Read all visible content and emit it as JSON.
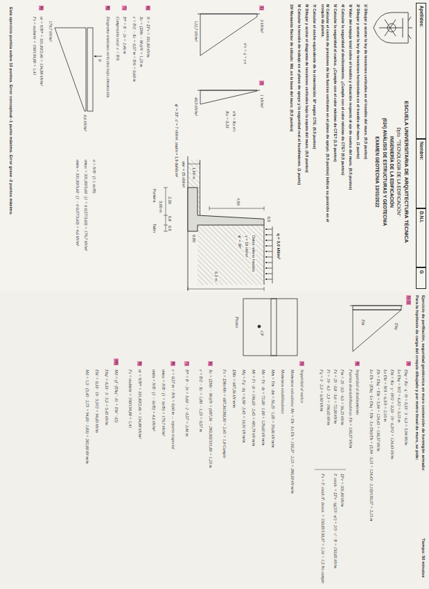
{
  "diagram": {
    "title": "ESCUELA UNIVERSITARIA DE ARQUITECTURA TÉCNICA",
    "nodes": [
      {
        "text": [
          "Apellidos:"
        ]
      },
      {
        "text": [
          "Nombre:"
        ]
      },
      {
        "text": [
          "D.N.I."
        ]
      },
      {
        "text": [
          "G"
        ]
      }
    ],
    "labels": [
      "Dpto. \"TECNOLOGÍA DE LA EDIFICACIÓN\"",
      "INGENIERÍA DE LA EDIFICACIÓN",
      "(024) ANÁLISIS DE ESTRUCTURAS Y GEOTECNIA",
      "EXAMEN GEOTECNIA 13/01/2022",
      "1/ Dibujar y acotar la ley de tensiones verticales en el trasdós del muro. (0,5 puntos)",
      "2/ Dibujar y acotar la ley de tensiones horizontales en el trasdós del muro. (1 punto)",
      "3/ Valor del empuje total sobre el trasdós y situación respecto al eje de vuelco del muro. (0,5 puntos)",
      "4/ Calcular la seguridad al deslizamiento. ¿Cumple con el valor mínimo de CTE? (0,5 puntos)",
      "5/ Calcular la seguridad al vuelco. ¿Cumple con el valor mínimo de CTE? (1,5 puntos)",
      "6/ Calcular el centro de presiones de las fuerzas verticales en el plano de apoyo. (0,5 puntos) indicar su posición en el croquis de planta.",
      "7/ Calcular el ancho equivalente de la cimentación: B* según CTE. (0,5 puntos)",
      "8/ Dibujar y acotar el diagrama de tensiones verticales bajo la zapata del muro. (0,5 puntos)",
      "9/ Calcular la tensión de trabajo en el plano de apoyo y la seguridad real al hundimiento. (1 punto)",
      "10/ Momento flector de cálculo: Md, en la base del muro. (0,5 puntos)",
      "q = 3,0 kN/m²",
      "0,5",
      "Datos relleno trasdós:",
      "γ = 19 kN/m³",
      "φ' = 30°",
      "6,3 m",
      "4,50",
      "1,00 m",
      "0,80",
      "γter = 25 kN/m³",
      "φ' = 33°, c' = 7 kN/m², σadm = 1,9 daN/cm²",
      "2,30",
      "0,8",
      "0,5",
      "3,60 m",
      "Puntera",
      "Talón",
      "1)",
      "3 kN/m²",
      "σ'v = q + γ·z",
      "122,7 kN/m²",
      "2)",
      "1 kN/m²",
      "σ'h = Ka·σ'v",
      "Ka = 0,33",
      "40,9 kN/m²",
      "6)",
      "N = ΣFv = 331,80 kN/m",
      "Xc = (ΣMe − Mv)/N = 1,23 m",
      "e = B/2 − Xc = 0,57 m < B/6 = 0,60 m",
      "7)",
      "B* = B − 2e = 2,46 m",
      "Compresión total: e < B/6",
      "8)",
      "Diagrama tensiones verticales bajo cimentación",
      "N",
      "179,7 kN/m²",
      "4,6 kN/m²",
      "σ = N/B · (1 ± 6e/B)",
      "σmax = 331,80/3,60 · (1 + 6·0,57/3,60) = 179,7 kN/m²",
      "σmin = 331,80/3,60 · (1 − 6·0,57/3,60) = 4,6 kN/m²",
      "9)",
      "σt = N/B* = 331,80/2,46 = 134,88 kN/m²",
      "Fs = σadm/σt = 190/134,88 = 1,41",
      "Este ejercicio puntúa sobre 10 puntos. Error conceptual -1 punto máximo. Error grave -2 puntos máximo.",
      "Ejercicio de perfilación, seguridad geotécnica en muro contención de hormigón armado:",
      "Tiempo: 50 minutos",
      "Para la hipótesis de carga del croquis dibujado y por metro lineal de muro, se pide:",
      "1) 2)",
      "Ehq",
      "Eht",
      "3)",
      "Ehq = Ka · q · H = 0,33 · 3 · 6,3 = 5,94 kN/m",
      "Lo Ehq = H/2 = 6,3/2 = 3,15 m",
      "Eht = Ka · γ · H²/2 = 0,33 · 19 · 6,3²/2 = 124,43 kN/m",
      "Lo Eht = H/3 = 6,3/3 = 2,10 m",
      "Eh = Ehq + Eht = 5,94 + 124,43 = 130,37 kN/m",
      "Lo Eh = (Ehq · Lo Ehq + Eht · Lo Eht)/Eh = (5,94 · 3,15 + 124,43 · 2,10)/130,37 = 2,15 m",
      "4)",
      "Seguridad al deslizamiento",
      "Fuerzas desestabilizadoras: Eh = 130,37 kN/m",
      "Fm = 25 · 0,5 · 4,5 = 56,25 kN/m",
      "Fz = 25 · 0,8 · 3,6 = 72,00 kN/m",
      "Ft = 19 · 4,5 · 2,3 = 196,65 kN/m",
      "Fq = 3 · 2,3 = 6,90 kN/m",
      "ΣFv = 331,80 kN/m",
      "F. estab. = ΣFv · tg(2/3 · φ') + 2/3 · c' · B = 150,85 kN/m",
      "Fs = F. estab./F. desest. = 150,85/130,37 = 1,16 < 1,5 No cumple",
      "5)",
      "Seguridad al vuelco",
      "Momentos volcadores: Mv = Eh · Lo Eh = 130,37 · 2,15 = 280,30 kN·m/m",
      "Momentos estabilizadores:",
      "Mm = Fm · dm = 56,25 · 1,05 = 59,06 kN·m/m",
      "Mz = Fz · dz = 72,00 · 1,80 = 129,60 kN·m/m",
      "Mt = Ft · dt = 196,65 · 2,45 = 481,79 kN·m/m",
      "Mq = Fq · dq = 6,90 · 2,45 = 16,91 kN·m/m",
      "ΣMe = 687,36 kN·m/m",
      "Fs = ΣMe/Mv = 687,36/280,30 = 2,45 > 1,8 Cumple",
      "6)",
      "Xc = (ΣMe − Mv)/N = (687,36 − 280,30)/331,80 = 1,23 m",
      "e = B/2 − Xc = 1,80 − 1,23 = 0,57 m",
      "7)",
      "B* = B − 2e = 3,60 − 2 · 0,57 = 2,46 m",
      "8)",
      "e = 0,57 m < B/6 = 0,60 m → reparto trapecial",
      "σmax = N/B · (1 + 6e/B) = 179,7 kN/m²",
      "σmin = N/B · (1 − 6e/B) = 4,6 kN/m²",
      "9)",
      "σt = N/B* = 331,80/2,46 = 134,88 kN/m²",
      "Fs = σadm/σt = 190/134,88 = 1,41",
      "10)",
      "Md = γf · (Ehq' · d1 + Eht' · d2)",
      "Ehq' = 0,33 · 3 · 5,5 = 5,45 kN/m",
      "Eht' = 0,33 · 19 · 5,5²/2 = 94,83 kN/m",
      "Md = 1,5 · (5,45 · 2,75 + 94,83 · 1,83) = 282,80 kN·m/m",
      "CP",
      "Planta"
    ]
  }
}
